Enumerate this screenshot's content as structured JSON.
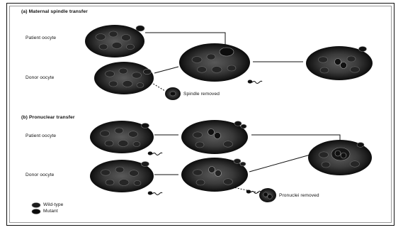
{
  "figure": {
    "section_a_title": "(a) Maternal spindle transfer",
    "section_b_title": "(b) Pronuclear transfer",
    "labels": {
      "a_patient": "Patient oocyte",
      "a_donor": "Donor oocyte",
      "a_removed": "Spindle removed",
      "b_patient": "Patient oocyte",
      "b_donor": "Donor oocyte",
      "b_removed": "Pronuclei removed"
    },
    "legend": {
      "wild_type": "Wild-type",
      "mutant": "Mutant"
    }
  },
  "colors": {
    "cell_outer": "#151515",
    "cell_glow": "#6a6a6a",
    "mito": "#2a2a2a",
    "line": "#111111"
  }
}
